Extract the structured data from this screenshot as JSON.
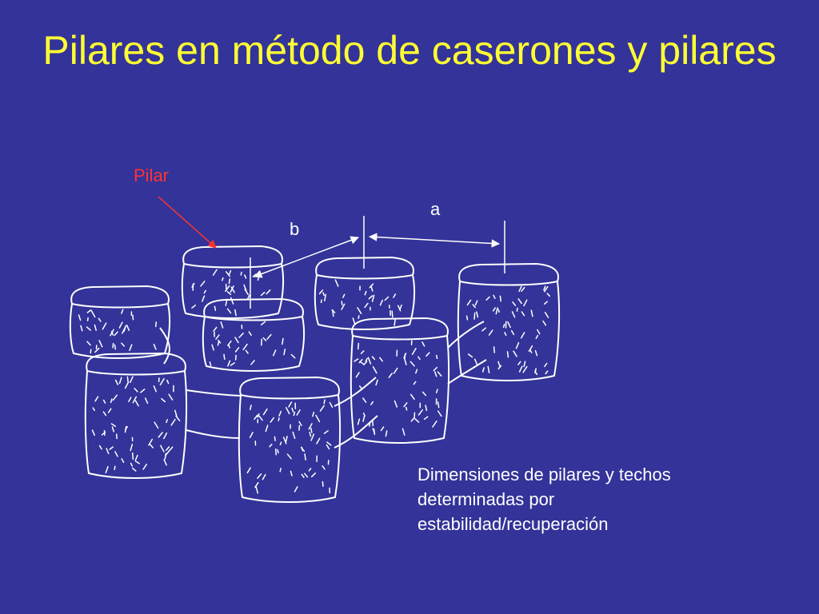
{
  "slide": {
    "title": "Pilares en método de caserones y pilares",
    "labels": {
      "pilar": "Pilar",
      "a": "a",
      "b": "b"
    },
    "caption_lines": [
      "Dimensiones de pilares y techos",
      "determinadas por",
      "estabilidad/recuperación"
    ]
  },
  "colors": {
    "background": "#333399",
    "title": "#ffff33",
    "pilar_label": "#ff3333",
    "line": "#ffffff"
  }
}
